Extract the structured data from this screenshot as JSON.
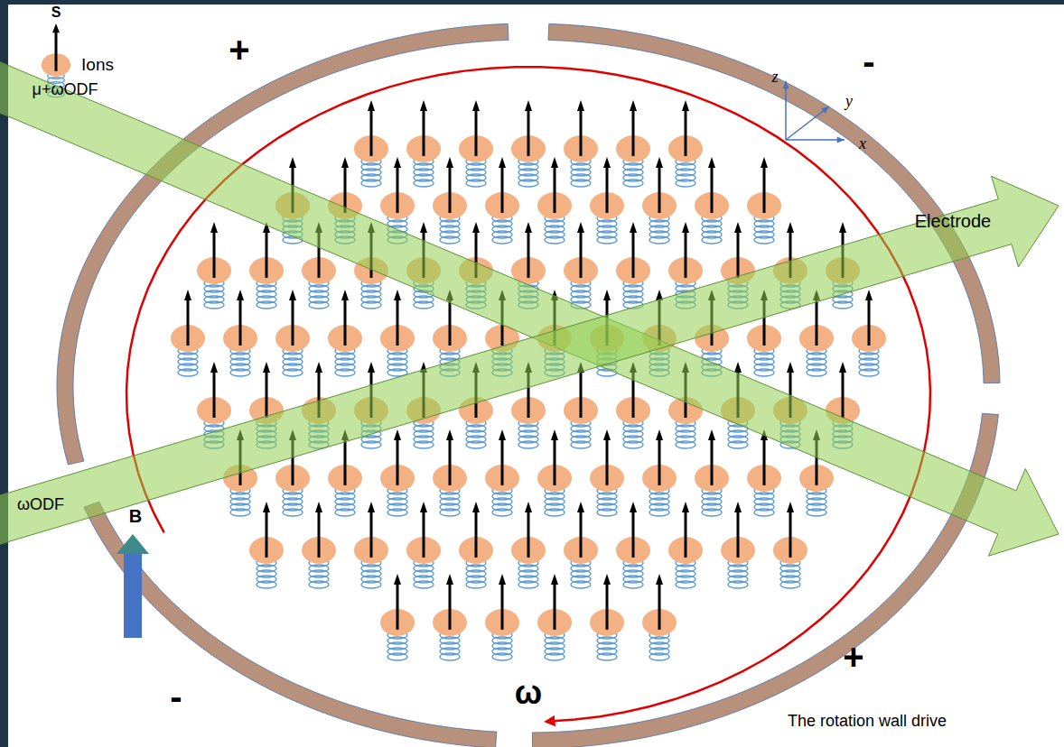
{
  "diagram": {
    "labels": [
      "S",
      "Ions",
      "+",
      "-",
      "z",
      "y",
      "x",
      "μ+ωODF",
      "Electrode",
      "ωODF",
      "B",
      "ω",
      "+",
      "-",
      "The rotation wall drive"
    ]
  }
}
